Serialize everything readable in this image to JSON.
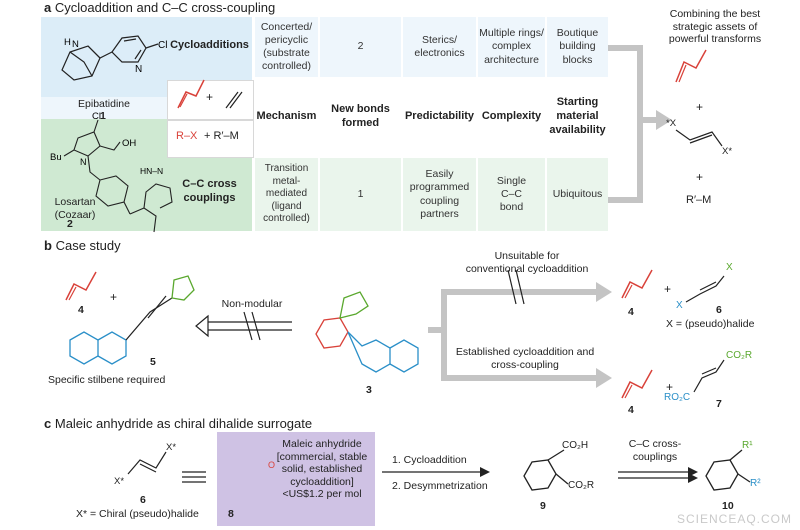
{
  "panel_a": {
    "title_letter": "a",
    "title": "Cycloaddition and C–C cross-coupling",
    "epibatidine": {
      "name": "Epibatidine",
      "number": "1",
      "cl": "Cl",
      "nh": "H",
      "n": "N"
    },
    "losartan": {
      "name": "Losartan\n(Cozaar)",
      "number": "2",
      "atoms": {
        "cl": "Cl",
        "bu": "Bu",
        "oh": "OH",
        "n": "N",
        "hn": "HN–N",
        "nn": "N"
      }
    },
    "reaction_top": {
      "plus": "+"
    },
    "reaction_bottom": {
      "rx": "R–X",
      "plus": "+ R′–M"
    },
    "row_cyclo": {
      "label": "Cycloadditions",
      "mechanism": "Concerted/\npericyclic\n(substrate\ncontrolled)",
      "bonds": "2",
      "predictability": "Sterics/\nelectronics",
      "complexity": "Multiple rings/\ncomplex\narchitecture",
      "availability": "Boutique\nbuilding\nblocks"
    },
    "headers": {
      "mechanism": "Mechanism",
      "bonds": "New bonds\nformed",
      "predictability": "Predictability",
      "complexity": "Complexity",
      "availability": "Starting\nmaterial\navailability"
    },
    "row_cc": {
      "label": "C–C cross\ncouplings",
      "mechanism": "Transition\nmetal-mediated\n(ligand controlled)",
      "bonds": "1",
      "predictability": "Easily\nprogrammed\ncoupling\npartners",
      "complexity": "Single\nC–C\nbond",
      "availability": "Ubiquitous"
    },
    "combine": {
      "text": "Combining the best\nstrategic assets of\npowerful transforms",
      "plus1": "+",
      "xstar1": "*X",
      "xstar2": "X*",
      "plus2": "+",
      "rm": "R′–M"
    }
  },
  "panel_b": {
    "title_letter": "b",
    "title": "Case study",
    "left": {
      "num4": "4",
      "plus": "+",
      "num5": "5",
      "caption": "Specific stilbene required"
    },
    "nonmodular": "Non-modular",
    "center": {
      "num3": "3"
    },
    "unsuitable": "Unsuitable for\nconventional cycloaddition",
    "established": "Established cycloaddition and\ncross-coupling",
    "top_right": {
      "num4": "4",
      "plus": "+",
      "x1": "X",
      "x2": "X",
      "num6": "6",
      "xdef": "X = (pseudo)halide"
    },
    "bottom_right": {
      "num4": "4",
      "plus": "+",
      "co2r1": "CO₂R",
      "co2r2": "RO₂C",
      "num7": "7"
    }
  },
  "panel_c": {
    "title_letter": "c",
    "title": "Maleic anhydride as chiral dihalide surrogate",
    "dihalide": {
      "x1": "X*",
      "x2": "X*",
      "num6": "6",
      "def": "X* = Chiral (pseudo)halide"
    },
    "maleic": {
      "text": "Maleic anhydride\n[commercial, stable\nsolid, established\ncycloaddition]\n<US$1.2 per mol",
      "num8": "8",
      "o": "O"
    },
    "steps": {
      "s1": "1. Cycloaddition",
      "s2": "2. Desymmetrization"
    },
    "product9": {
      "co2h": "CO₂H",
      "co2r": "CO₂R",
      "num": "9"
    },
    "cc": "C–C cross-\ncouplings",
    "product10": {
      "r1": "R¹",
      "r2": "R²",
      "num": "10"
    }
  },
  "watermark": "SCIENCEAQ.COM",
  "colors": {
    "blue": "#dcedf8",
    "green": "#cfe9d2",
    "purple": "#cfc2e4",
    "red": "#d9423a",
    "green_struct": "#5aa82e",
    "blue_struct": "#2a8fc8",
    "arrow_grey": "#c4c4c4"
  }
}
